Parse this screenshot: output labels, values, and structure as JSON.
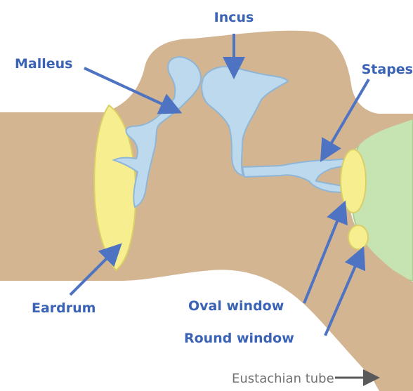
{
  "labels": {
    "incus": "Incus",
    "malleus": "Malleus",
    "stapes": "Stapes",
    "eardrum": "Eardrum",
    "oval_window": "Oval window",
    "round_window": "Round window",
    "eustachian_tube": "Eustachian tube"
  },
  "colors": {
    "tissue": "#d3b592",
    "bone": "#bcd9ee",
    "bone_outline": "#8fb6d6",
    "eardrum": "#f7ef8f",
    "inner_ear": "#c6e3b2",
    "label_blue": "#3a63b5",
    "arrow_blue": "#4e73c2",
    "label_grey": "#707070"
  }
}
